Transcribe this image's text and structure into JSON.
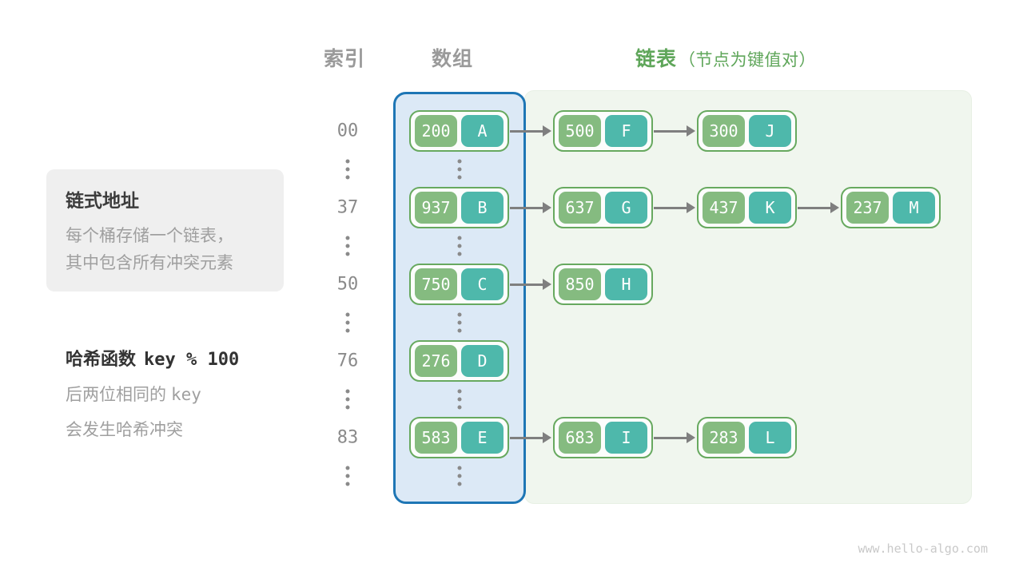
{
  "header": {
    "index_label": "索引",
    "array_label": "数组",
    "list_label": "链表",
    "list_note": "（节点为键值对）"
  },
  "info_box": {
    "title": "链式地址",
    "line1": "每个桶存储一个链表，",
    "line2": "其中包含所有冲突元素"
  },
  "hash_note": {
    "title_prefix": "哈希函数",
    "title_code": "key % 100",
    "line1_prefix": "后两位相同的",
    "line1_code": "key",
    "line2": "会发生哈希冲突"
  },
  "rows": [
    {
      "index": "00",
      "nodes": [
        {
          "key": "200",
          "value": "A"
        },
        {
          "key": "500",
          "value": "F"
        },
        {
          "key": "300",
          "value": "J"
        }
      ]
    },
    {
      "index": "37",
      "nodes": [
        {
          "key": "937",
          "value": "B"
        },
        {
          "key": "637",
          "value": "G"
        },
        {
          "key": "437",
          "value": "K"
        },
        {
          "key": "237",
          "value": "M"
        }
      ]
    },
    {
      "index": "50",
      "nodes": [
        {
          "key": "750",
          "value": "C"
        },
        {
          "key": "850",
          "value": "H"
        }
      ]
    },
    {
      "index": "76",
      "nodes": [
        {
          "key": "276",
          "value": "D"
        }
      ]
    },
    {
      "index": "83",
      "nodes": [
        {
          "key": "583",
          "value": "E"
        },
        {
          "key": "683",
          "value": "I"
        },
        {
          "key": "283",
          "value": "L"
        }
      ]
    }
  ],
  "colors": {
    "node_key_bg": "#85bb80",
    "node_value_bg": "#4eb8ab",
    "node_border": "#67a95f",
    "array_panel_bg": "#dce9f6",
    "array_panel_border": "#1e76b5",
    "list_panel_bg": "#f0f6ee",
    "header_green": "#5fa65a",
    "arrow_gray": "#7f7f7f"
  },
  "watermark": "www.hello-algo.com"
}
